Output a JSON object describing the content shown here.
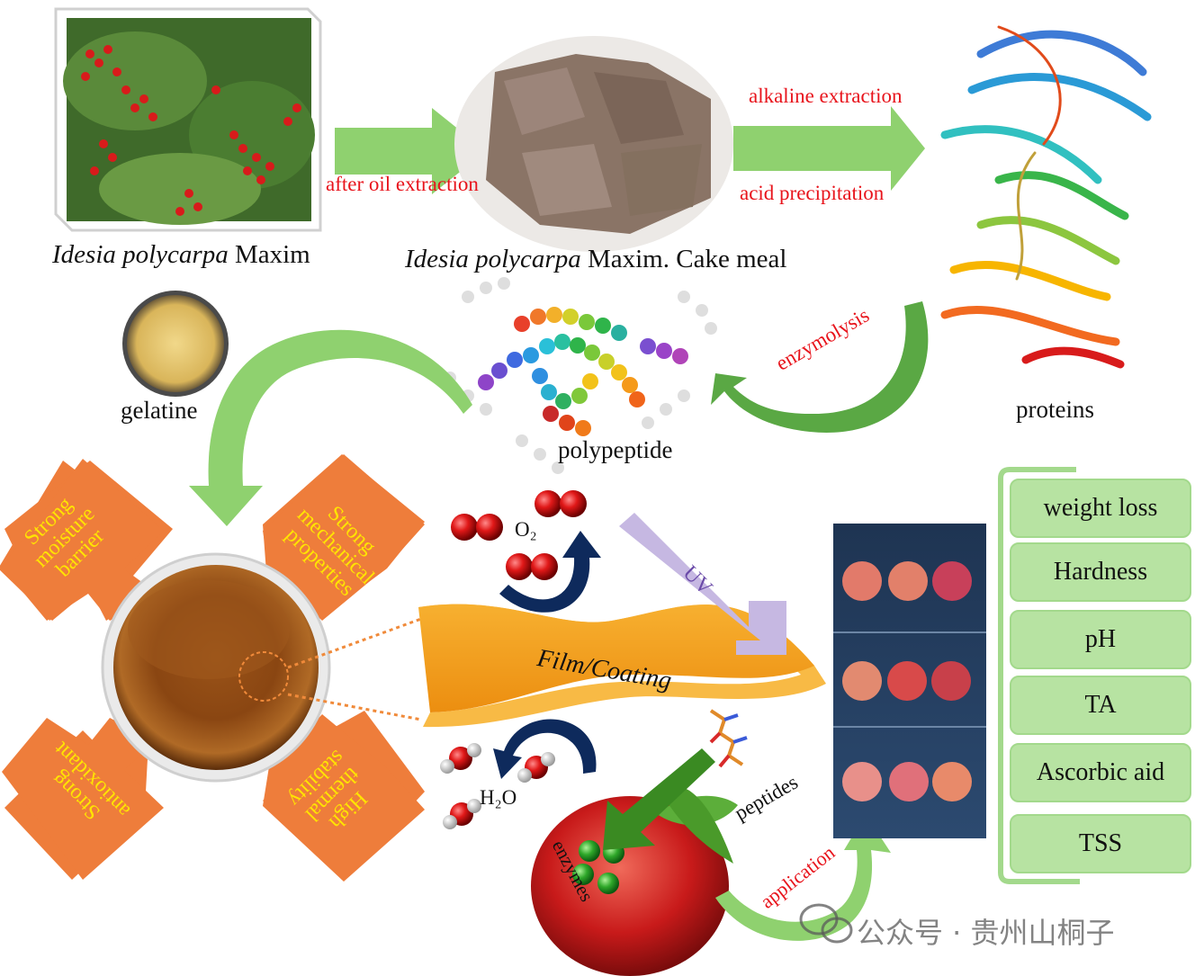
{
  "top_row": {
    "plant_label_italic": "Idesia polycarpa",
    "plant_label_rest": " Maxim",
    "step1_label": "after oil extraction",
    "cake_label_italic": "Idesia polycarpa",
    "cake_label_rest": " Maxim. Cake meal",
    "step2_label_top": "alkaline extraction",
    "step2_label_bottom": "acid precipitation",
    "proteins_label": "proteins"
  },
  "middle_row": {
    "enzymolysis_label": "enzymolysis",
    "polypeptide_label": "polypeptide",
    "gelatine_label": "gelatine"
  },
  "film_properties": [
    {
      "lines": [
        "Strong",
        "moisture",
        "barrier"
      ]
    },
    {
      "lines": [
        "Strong",
        "mechanical",
        "properties"
      ]
    },
    {
      "lines": [
        "Strong",
        "antioxidant"
      ]
    },
    {
      "lines": [
        "High",
        "thermal",
        "stability"
      ]
    }
  ],
  "film": {
    "label": "Film/Coating",
    "uv_label": "UV",
    "o2_label": "O₂",
    "h2o_label": "H₂O",
    "peptides_label": "peptides",
    "enzymes_label": "enzymes",
    "application_label": "application"
  },
  "quality_indicators": [
    "weight loss",
    "Hardness",
    "pH",
    "TA",
    "Ascorbic aid",
    "TSS"
  ],
  "watermark": "公众号 · 贵州山桐子",
  "colors": {
    "arrow_green": "#8fd16f",
    "arrow_dark_green": "#5aa844",
    "orange": "#ee7d3b",
    "label_yellow": "#ffe400",
    "label_red": "#e8141c",
    "panel_green": "#b7e3a2",
    "film_orange": "#f5a020",
    "uv_purple": "#c6b8e2",
    "navy": "#0e2a5c"
  }
}
